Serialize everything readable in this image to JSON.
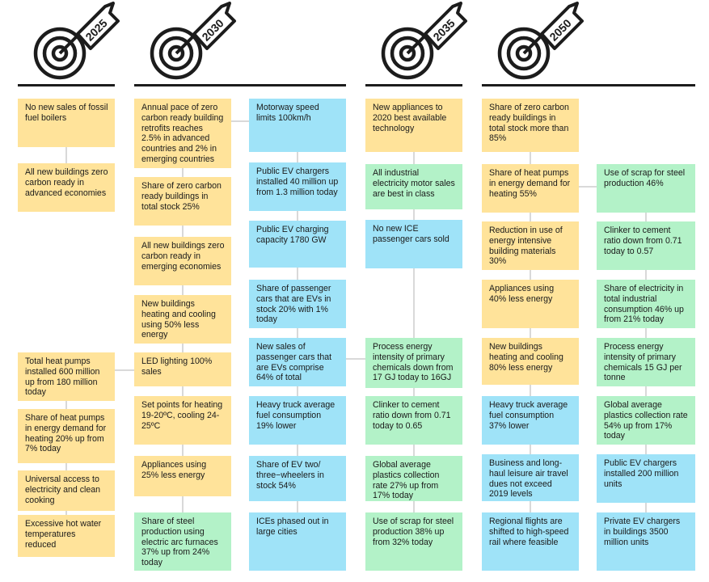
{
  "colors": {
    "yellow": "#ffe39a",
    "blue": "#9fe3f8",
    "green": "#b3f2c8",
    "line": "#1c1c1c"
  },
  "milestones": [
    {
      "year": "2025",
      "icon": "target-arrow-icon"
    },
    {
      "year": "2030",
      "icon": "target-arrow-icon"
    },
    {
      "year": "2035",
      "icon": "target-arrow-icon"
    },
    {
      "year": "2050",
      "icon": "target-arrow-icon"
    }
  ],
  "columns": {
    "c2025": [
      {
        "text": "No new sales of fossil fuel boilers",
        "color": "yellow"
      },
      {
        "text": "All new buildings zero carbon ready in advanced economies",
        "color": "yellow"
      },
      {
        "text": "Total heat pumps installed 600 million up from 180 million today",
        "color": "yellow"
      },
      {
        "text": "Share of heat pumps in energy demand for heating 20% up from 7% today",
        "color": "yellow"
      },
      {
        "text": "Universal access to electricity and clean cooking",
        "color": "yellow"
      },
      {
        "text": "Excessive hot water temperatures reduced",
        "color": "yellow"
      }
    ],
    "c2030a": [
      {
        "text": "Annual pace of zero carbon ready building retrofits reaches 2.5% in advanced countries and 2% in emerging countries",
        "color": "yellow"
      },
      {
        "text": "Share of zero carbon ready buildings in total stock 25%",
        "color": "yellow"
      },
      {
        "text": "All new buildings zero carbon ready in emerging economies",
        "color": "yellow"
      },
      {
        "text": "New buildings heating and cooling using 50% less energy",
        "color": "yellow"
      },
      {
        "text": "LED lighting 100% sales",
        "color": "yellow"
      },
      {
        "text": "Set points for heating 19-20ºC, cooling 24-25ºC",
        "color": "yellow"
      },
      {
        "text": "Appliances using 25% less energy",
        "color": "yellow"
      },
      {
        "text": "Share of steel production using electric arc furnaces 37% up from 24% today",
        "color": "green"
      }
    ],
    "c2030b": [
      {
        "text": "Motorway speed limits 100km/h",
        "color": "blue"
      },
      {
        "text": "Public EV chargers installed 40 million up from 1.3 million today",
        "color": "blue"
      },
      {
        "text": "Public EV charging capacity 1780 GW",
        "color": "blue"
      },
      {
        "text": "Share of passenger cars that are EVs in stock 20% with 1% today",
        "color": "blue"
      },
      {
        "text": "New sales of passenger cars that are EVs comprise 64% of total",
        "color": "blue"
      },
      {
        "text": "Heavy truck average fuel consumption 19% lower",
        "color": "blue"
      },
      {
        "text": "Share of EV two/ three−wheelers in stock 54%",
        "color": "blue"
      },
      {
        "text": "ICEs phased out in large cities",
        "color": "blue"
      }
    ],
    "c2035": [
      {
        "text": "New appliances to 2020 best available technology",
        "color": "yellow"
      },
      {
        "text": "All industrial electricity motor sales are best in class",
        "color": "green"
      },
      {
        "text": "No new ICE passenger cars sold",
        "color": "blue"
      },
      {
        "text": "Process energy intensity of primary chemicals down from 17 GJ today to 16GJ",
        "color": "green"
      },
      {
        "text": "Clinker to cement ratio down from 0.71 today to 0.65",
        "color": "green"
      },
      {
        "text": "Global average plastics collection rate 27% up from 17% today",
        "color": "green"
      },
      {
        "text": "Use of scrap for steel production 38% up from 32% today",
        "color": "green"
      }
    ],
    "c2050a": [
      {
        "text": "Share of zero carbon ready buildings in total stock more than 85%",
        "color": "yellow"
      },
      {
        "text": "Share of heat pumps in energy demand for heating 55%",
        "color": "yellow"
      },
      {
        "text": "Reduction in use of energy intensive building materials 30%",
        "color": "yellow"
      },
      {
        "text": "Appliances using 40% less energy",
        "color": "yellow"
      },
      {
        "text": "New buildings heating and cooling 80% less energy",
        "color": "yellow"
      },
      {
        "text": "Heavy truck average fuel consumption 37% lower",
        "color": "blue"
      },
      {
        "text": "Business and long-haul leisure air travel dues not exceed 2019 levels",
        "color": "blue"
      },
      {
        "text": "Regional flights are shifted to high-speed rail where feasible",
        "color": "blue"
      }
    ],
    "c2050b": [
      {
        "text": "Use of scrap for steel production 46%",
        "color": "green"
      },
      {
        "text": "Clinker to cement ratio down from 0.71 today to 0.57",
        "color": "green"
      },
      {
        "text": "Share of electricity in total industrial consumption 46% up from 21% today",
        "color": "green"
      },
      {
        "text": "Process energy intensity of primary chemicals 15 GJ per tonne",
        "color": "green"
      },
      {
        "text": "Global average plastics collection rate 54% up from 17% today",
        "color": "green"
      },
      {
        "text": "Public EV chargers installed 200 million units",
        "color": "blue"
      },
      {
        "text": "Private EV chargers in buildings 3500 million units",
        "color": "blue"
      }
    ]
  }
}
